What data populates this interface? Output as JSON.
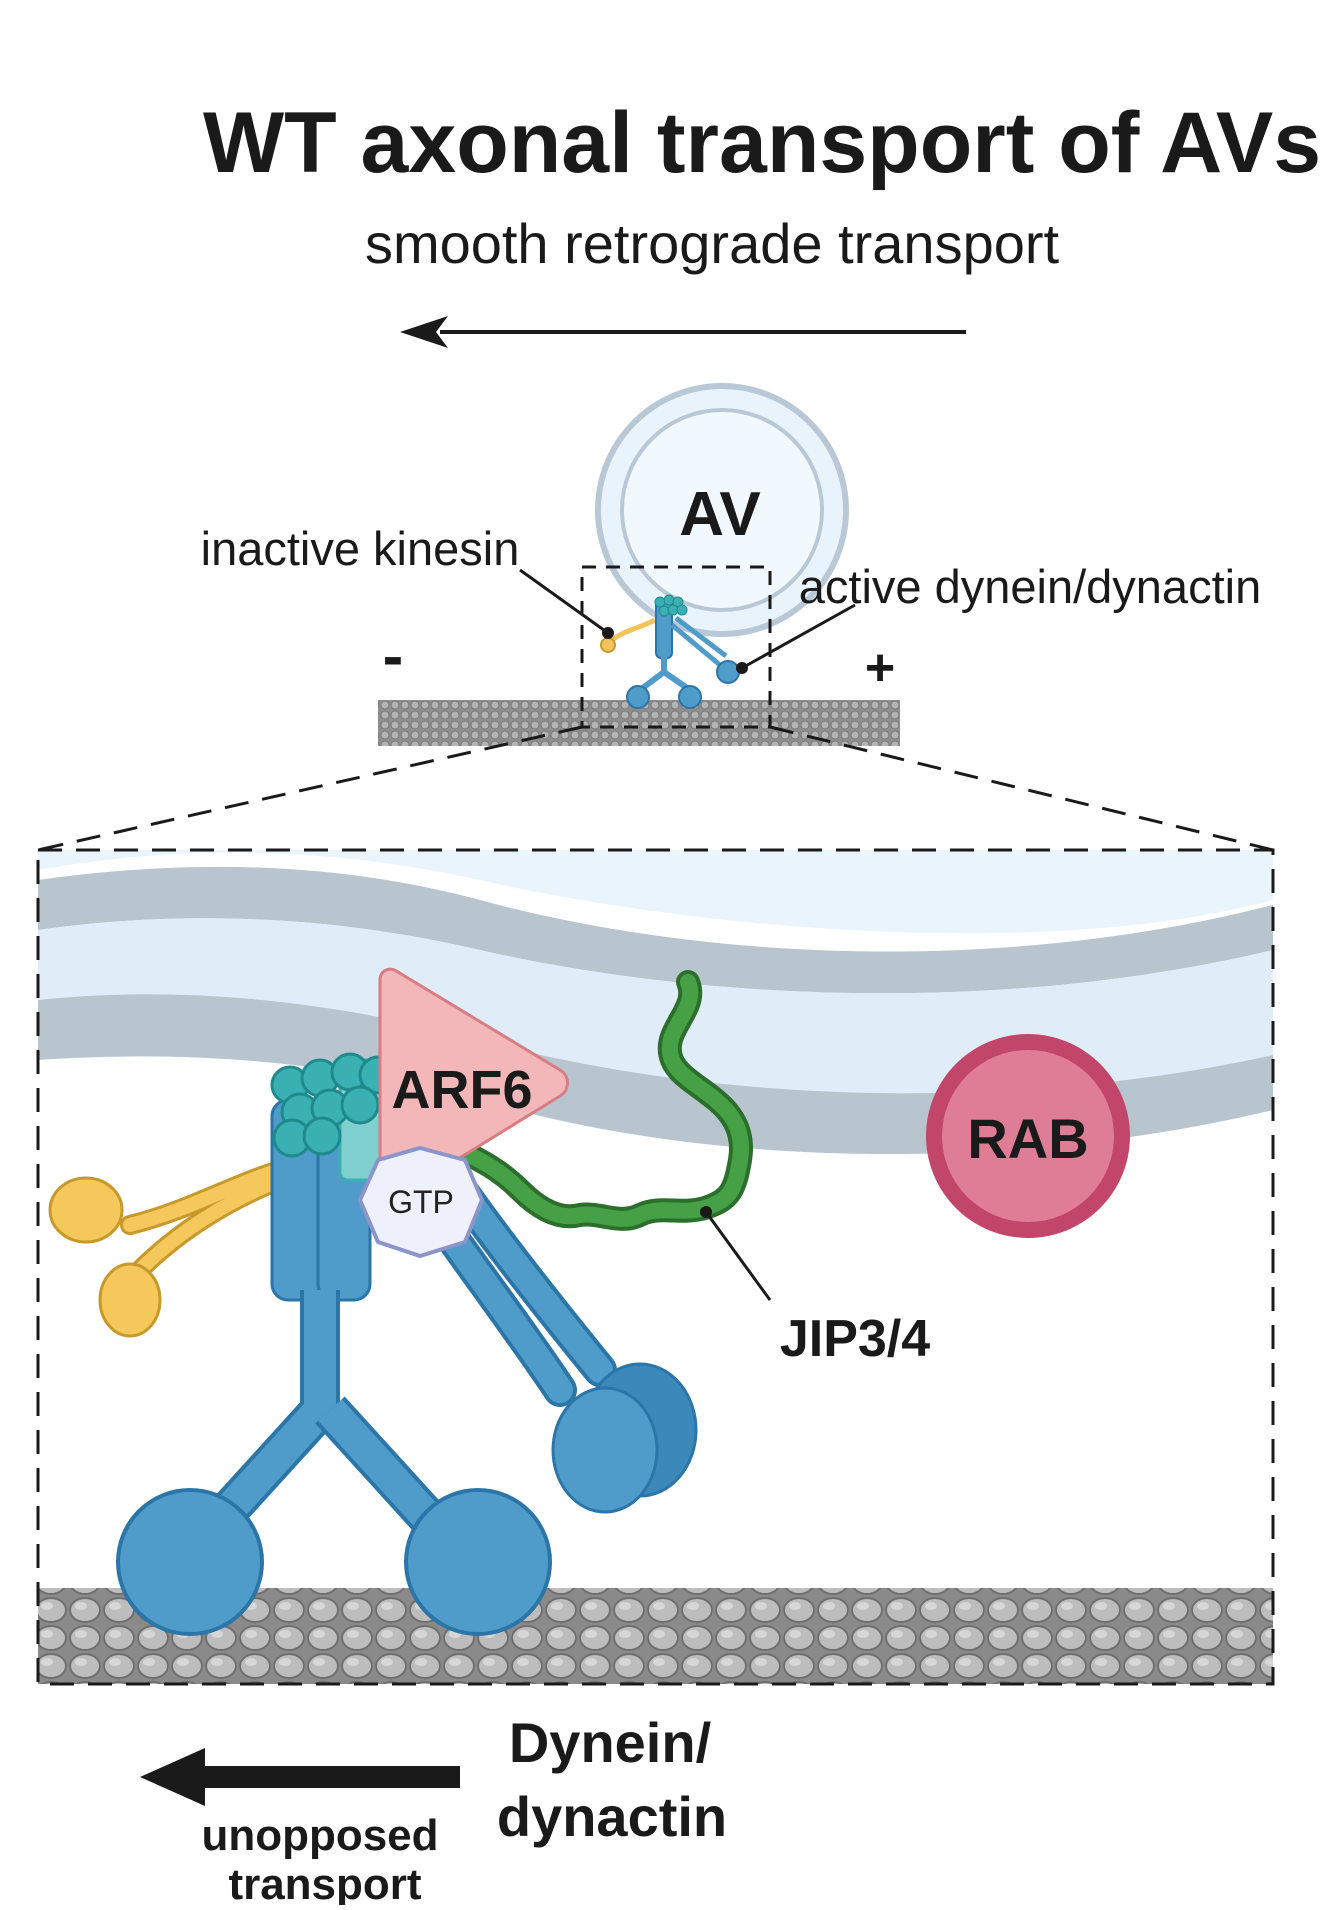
{
  "title": "WT axonal transport of AVs",
  "subtitle": "smooth retrograde transport",
  "labels": {
    "vesicle": "AV",
    "inactive_kinesin": "inactive kinesin",
    "active_dynein": "active dynein/dynactin",
    "minus_end": "-",
    "plus_end": "+",
    "arf6": "ARF6",
    "gtp": "GTP",
    "rab": "RAB",
    "jip": "JIP3/4",
    "dynein_line1": "Dynein/",
    "dynein_line2": "dynactin",
    "transport_line1": "unopposed",
    "transport_line2": "transport"
  },
  "colors": {
    "dynein": "#4f9bc9",
    "dynein_dark": "#2b75a8",
    "dynactin": "#3bb0b3",
    "kinesin": "#f2c45a",
    "arf6": "#f3b7b9",
    "rab": "#d8567a",
    "jip": "#3a8a3a",
    "membrane": "#b8c5cf",
    "vesicle_lumen": "#e6f1fb",
    "microtubule": "#9a9a9a"
  }
}
